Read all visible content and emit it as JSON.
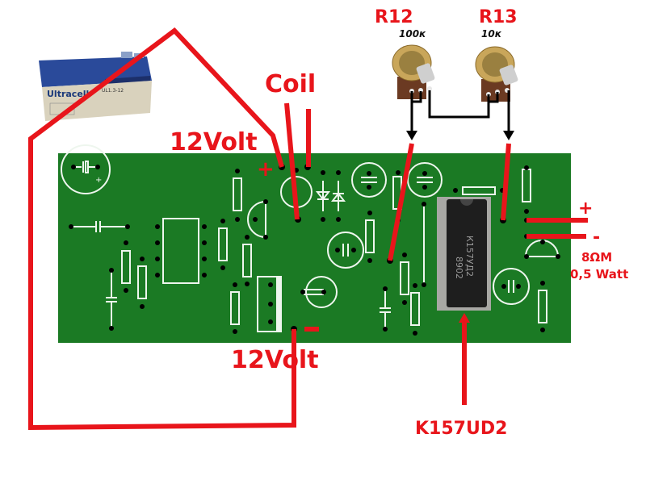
{
  "labels": {
    "r12": "R12",
    "r12_value": "100к",
    "r13": "R13",
    "r13_value": "10к",
    "coil": "Coil",
    "supply_plus": "12Volt",
    "supply_minus": "12Volt",
    "plus_sign": "+",
    "minus_sign": "–",
    "speaker_plus": "+",
    "speaker_minus": "-",
    "speaker_impedance": "8ΩM",
    "speaker_power": "0,5 Watt",
    "ic_name": "K157UD2",
    "ic_marking_line1": "К157УД2",
    "ic_marking_line2": "8902",
    "battery_brand": "Ultracell",
    "battery_model": "UL1.3-12"
  },
  "colors": {
    "pcb": "#1b7a24",
    "wire": "#e8151b",
    "silkscreen": "#eef6ee",
    "battery_top": "#2a4a9a",
    "battery_body": "#d9d2bd",
    "ic_body": "#1e1e1e"
  }
}
